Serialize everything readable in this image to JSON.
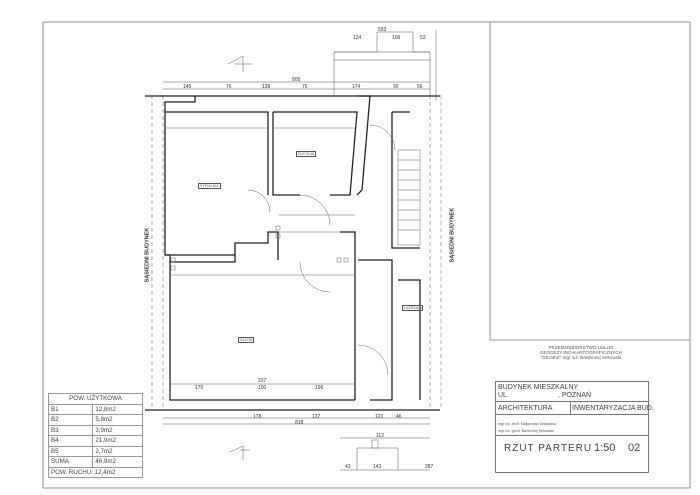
{
  "neighbors": {
    "left": "SĄSIEDNI BUDYNEK",
    "right": "SĄSIEDNI BUDYNEK"
  },
  "dimensions_top": [
    "805",
    "145",
    "76",
    "139",
    "76",
    "174",
    "90",
    "56",
    "593",
    "124",
    "106",
    "53"
  ],
  "dimensions_bottom": [
    "337",
    "170",
    "100",
    "196",
    "178",
    "137",
    "818",
    "43",
    "121",
    "46",
    "143",
    "287",
    "112"
  ],
  "rooms": [
    "SYPIALNIA",
    "KUCHNIA",
    "ŁAZIENKA",
    "SALON"
  ],
  "area_table": {
    "title": "POW. UŻYTKOWA",
    "rows": [
      {
        "id": "B1",
        "area": "12,8m2"
      },
      {
        "id": "B2",
        "area": "5,8m2"
      },
      {
        "id": "B3",
        "area": "3,9m2"
      },
      {
        "id": "B4",
        "area": "21,9m2"
      },
      {
        "id": "B5",
        "area": "2,7m2"
      },
      {
        "id": "SUMA",
        "area": "46,9m2"
      }
    ],
    "footer": "POW. RUCHU: 12,4m2"
  },
  "title_block": {
    "company_lines": [
      "PRZEDSIĘBIORSTWO USŁUG",
      "GEODEZYJNO-KARTOGRAFICZNYCH",
      "\"GEOBIZ\" mgr inż. Bartłomiej Sekowski"
    ],
    "object": "BUDYNEK MIESZKALNY",
    "address_street": "UL.",
    "address_city": ", POZNAŃ",
    "branch": "ARCHITEKTURA",
    "stage": "INWENTARYZACJA BUD.",
    "authors": [
      "mgr inż. arch. Małgorzata Sekowska",
      "mgr inż. geod. Bartłomiej Sekowski"
    ],
    "drawing_title": "RZUT PARTERU",
    "scale": "1:50",
    "sheet_no": "02"
  }
}
